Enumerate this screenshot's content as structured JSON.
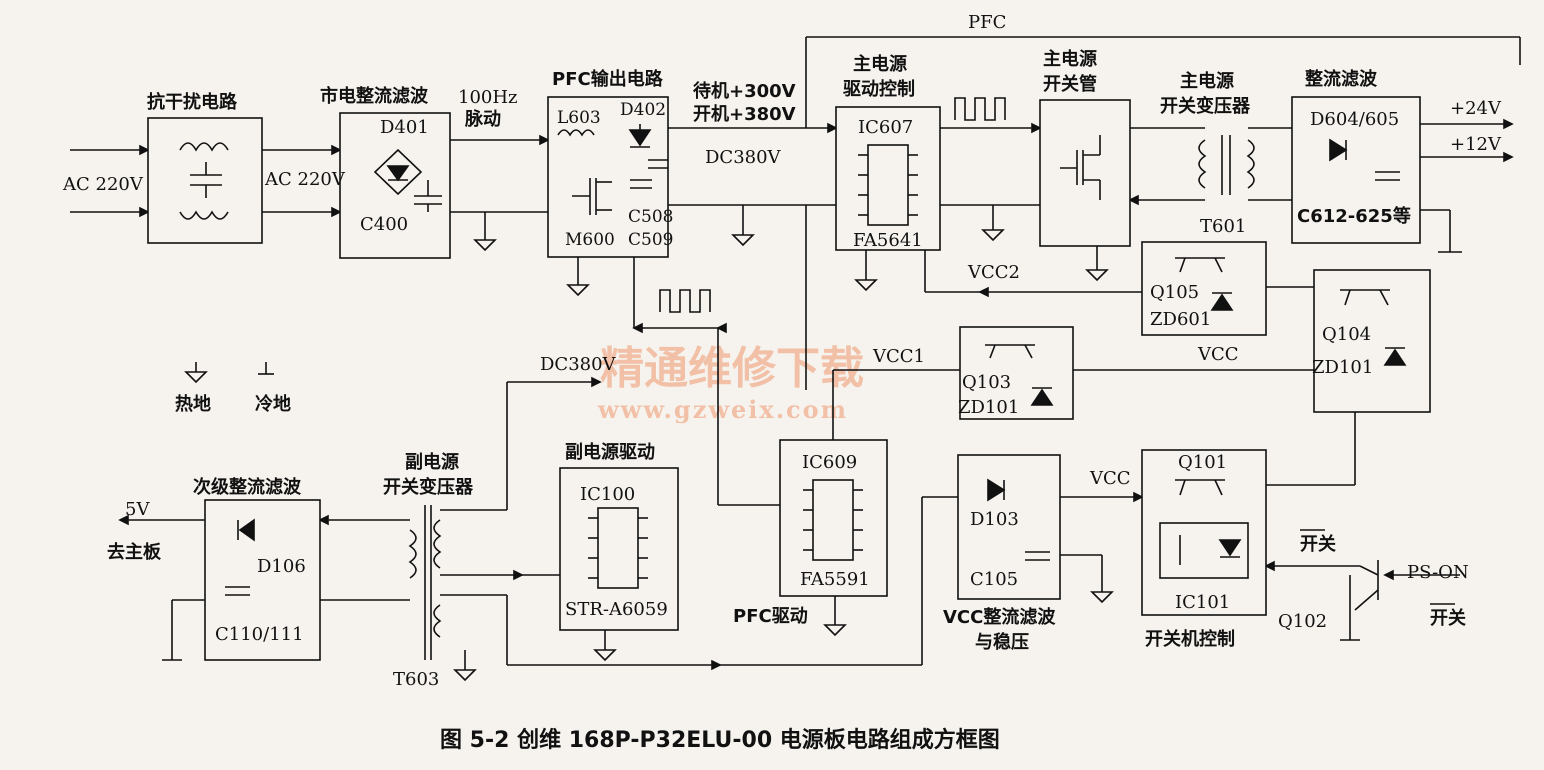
{
  "caption": "图 5-2   创维 168P-P32ELU-00 电源板电路组成方框图",
  "watermark": {
    "cn": "精通维修下载",
    "url": "www.gzweix.com"
  },
  "legend": {
    "hot_ground": "热地",
    "cold_ground": "冷地"
  },
  "blocks": {
    "emi": {
      "title": "抗干扰电路"
    },
    "rect": {
      "title": "市电整流滤波",
      "part1": "D401",
      "part2": "C400"
    },
    "pfc": {
      "title": "PFC输出电路",
      "l": "L603",
      "d": "D402",
      "c1": "C508",
      "m": "M600",
      "c2": "C509"
    },
    "drv": {
      "title1": "主电源",
      "title2": "驱动控制",
      "ic": "IC607",
      "chip": "FA5641"
    },
    "sw": {
      "title1": "主电源",
      "title2": "开关管"
    },
    "xfmr": {
      "title1": "主电源",
      "title2": "开关变压器",
      "part": "T601"
    },
    "out": {
      "title": "整流滤波",
      "d": "D604/605",
      "c": "C612-625等"
    },
    "q105": {
      "q": "Q105",
      "zd": "ZD601"
    },
    "q104": {
      "q": "Q104",
      "zd": "ZD101"
    },
    "q103": {
      "q": "Q103",
      "zd": "ZD101"
    },
    "ic609": {
      "ic": "IC609",
      "chip": "FA5591",
      "label": "PFC驱动"
    },
    "ic100": {
      "title": "副电源驱动",
      "ic": "IC100",
      "chip": "STR-A6059"
    },
    "t603": {
      "title1": "副电源",
      "title2": "开关变压器",
      "part": "T603"
    },
    "sec": {
      "title": "次级整流滤波",
      "d": "D106",
      "c": "C110/111"
    },
    "vccreg": {
      "d": "D103",
      "c": "C105",
      "title1": "VCC整流滤波",
      "title2": "与稳压"
    },
    "ctrl": {
      "q": "Q101",
      "ic": "IC101",
      "title": "开关机控制"
    }
  },
  "signals": {
    "ac_in": "AC 220V",
    "ac_mid": "AC 220V",
    "hz": "100Hz",
    "pulse": "脉动",
    "standby": "待机+300V",
    "on": "开机+380V",
    "dc380": "DC380V",
    "dc380b": "DC380V",
    "pfc_top": "PFC",
    "v24": "+24V",
    "v12": "+12V",
    "vcc2": "VCC2",
    "vcc1": "VCC1",
    "vcc_mid": "VCC",
    "vcc_low": "VCC",
    "out5v": "5V",
    "to_main": "去主板",
    "sw_on": "开关",
    "sw_off": "开关",
    "ps_on": "PS-ON",
    "q102": "Q102"
  }
}
